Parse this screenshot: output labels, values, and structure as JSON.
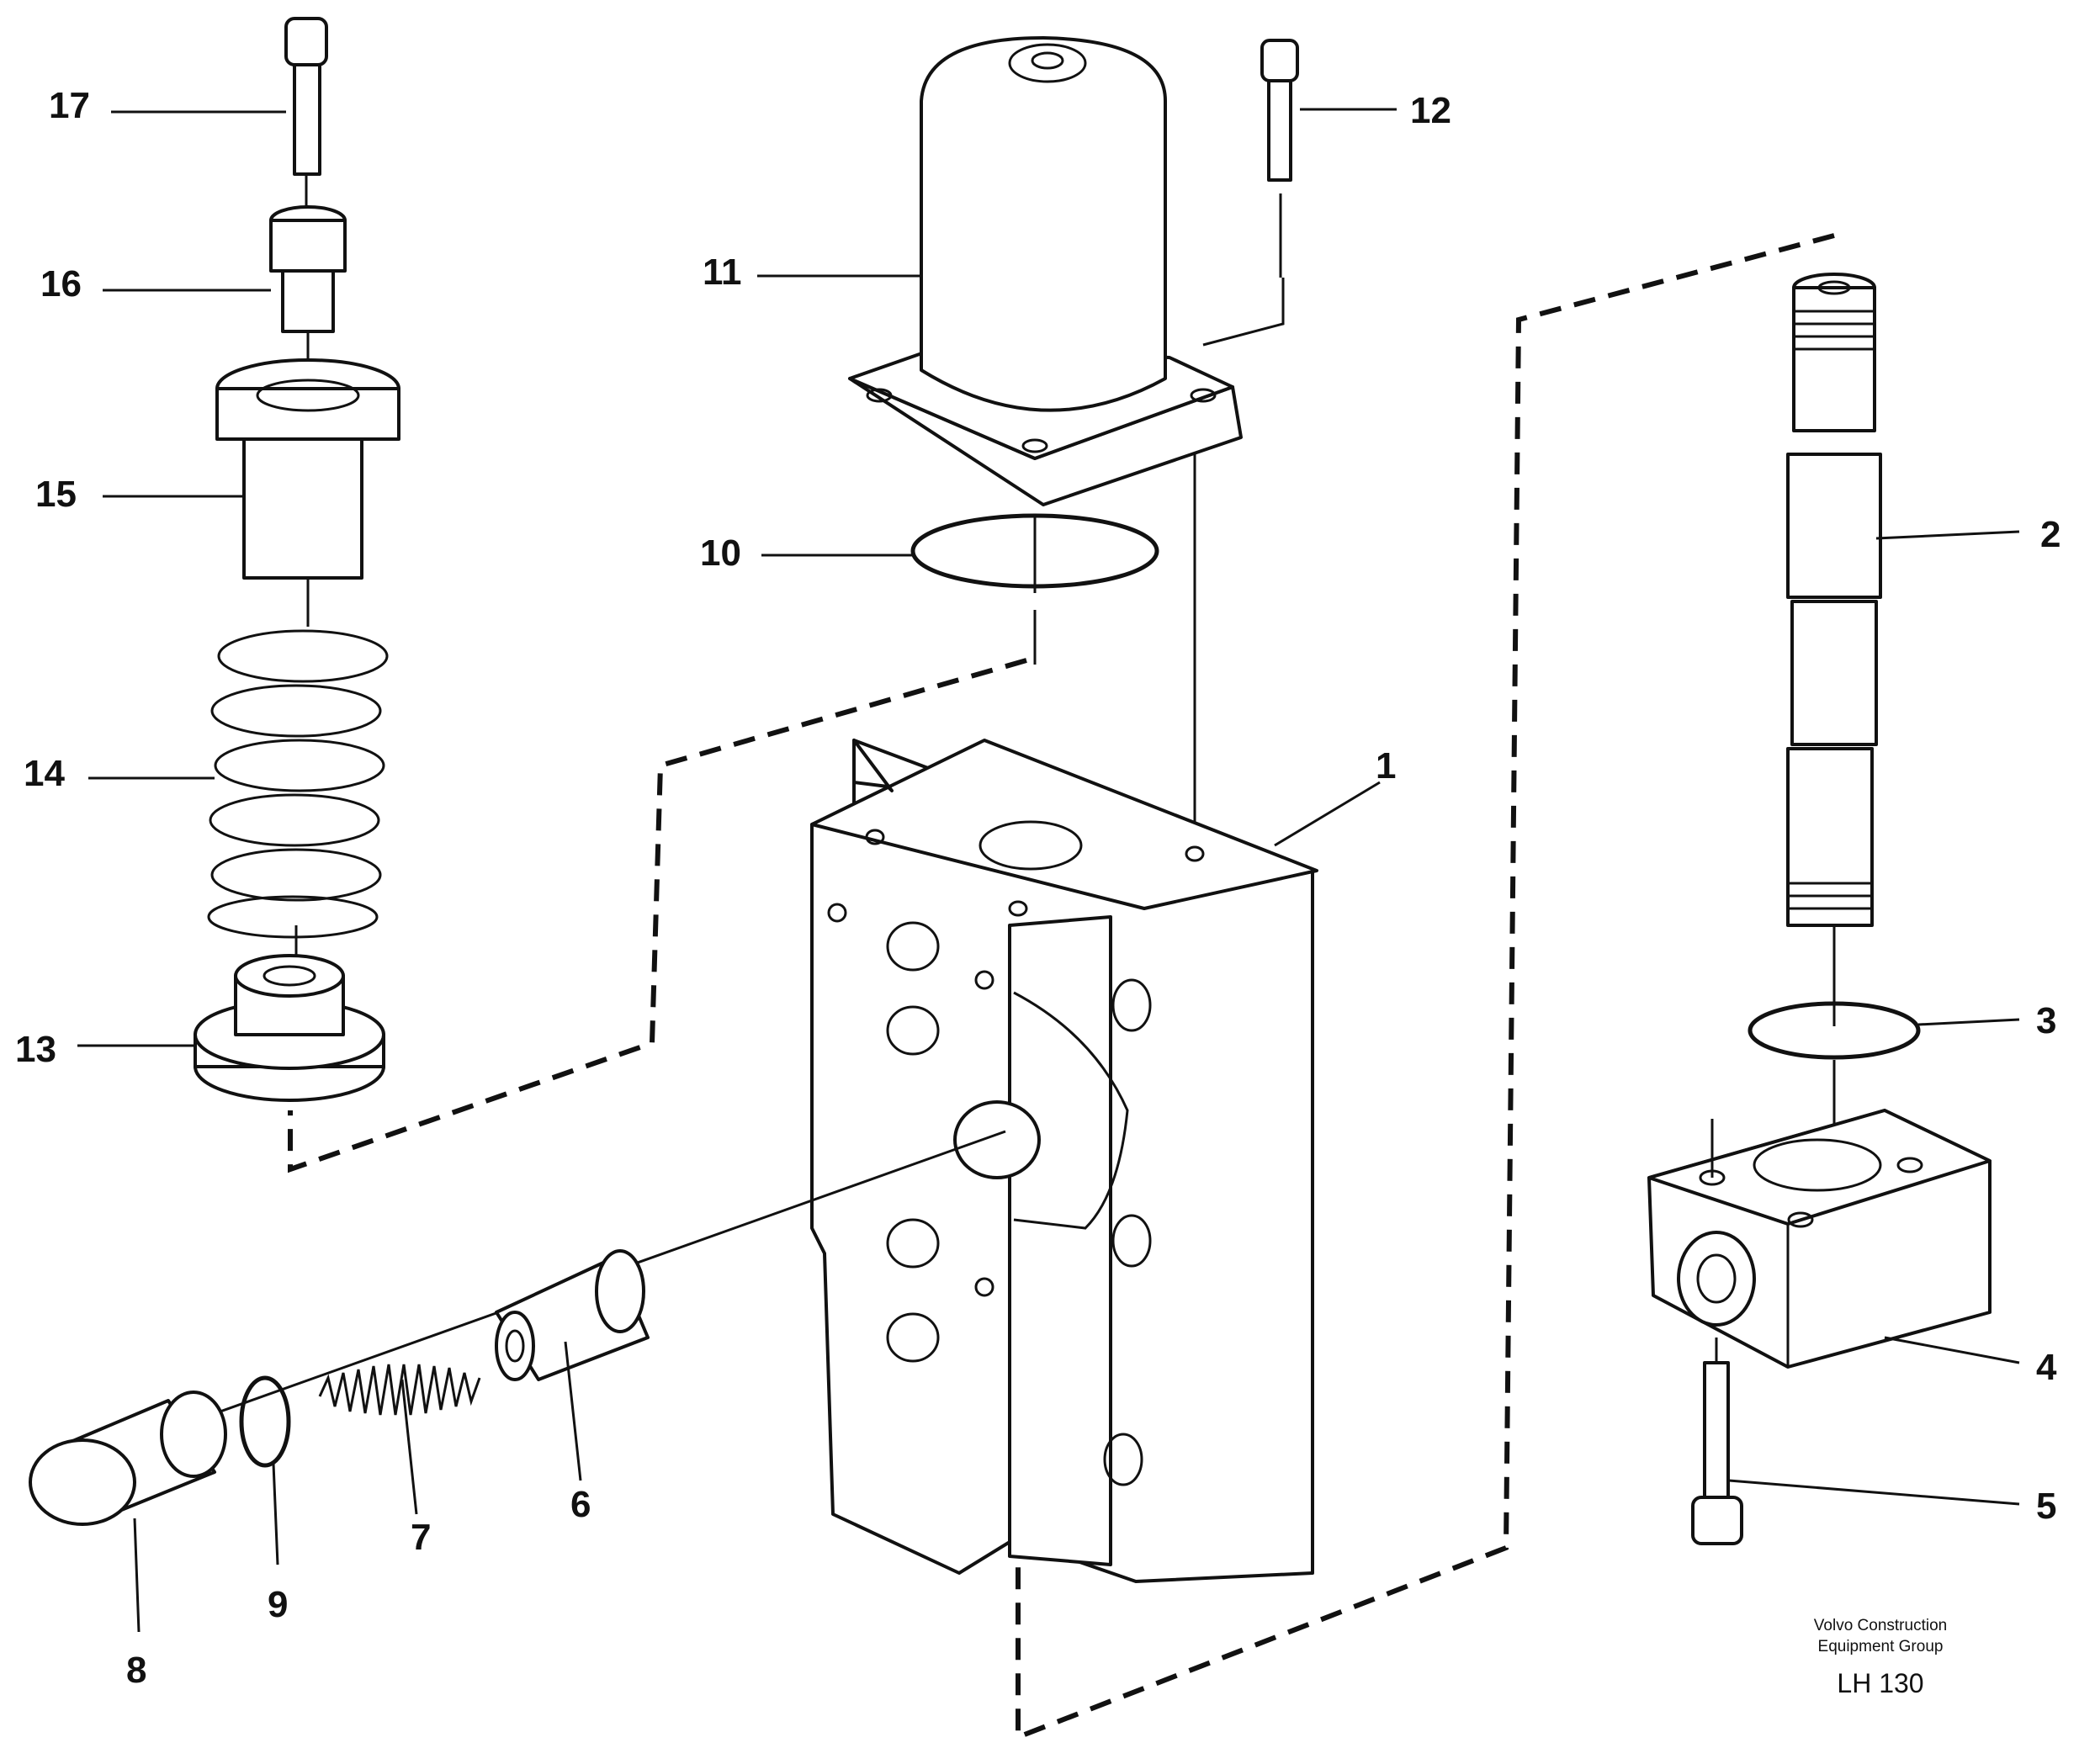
{
  "callouts": [
    {
      "id": "1",
      "label": "1"
    },
    {
      "id": "2",
      "label": "2"
    },
    {
      "id": "3",
      "label": "3"
    },
    {
      "id": "4",
      "label": "4"
    },
    {
      "id": "5",
      "label": "5"
    },
    {
      "id": "6",
      "label": "6"
    },
    {
      "id": "7",
      "label": "7"
    },
    {
      "id": "8",
      "label": "8"
    },
    {
      "id": "9",
      "label": "9"
    },
    {
      "id": "10",
      "label": "10"
    },
    {
      "id": "11",
      "label": "11"
    },
    {
      "id": "12",
      "label": "12"
    },
    {
      "id": "13",
      "label": "13"
    },
    {
      "id": "14",
      "label": "14"
    },
    {
      "id": "15",
      "label": "15"
    },
    {
      "id": "16",
      "label": "16"
    },
    {
      "id": "17",
      "label": "17"
    }
  ],
  "credit": {
    "line1": "Volvo Construction",
    "line2": "Equipment Group",
    "code": "LH 130"
  }
}
